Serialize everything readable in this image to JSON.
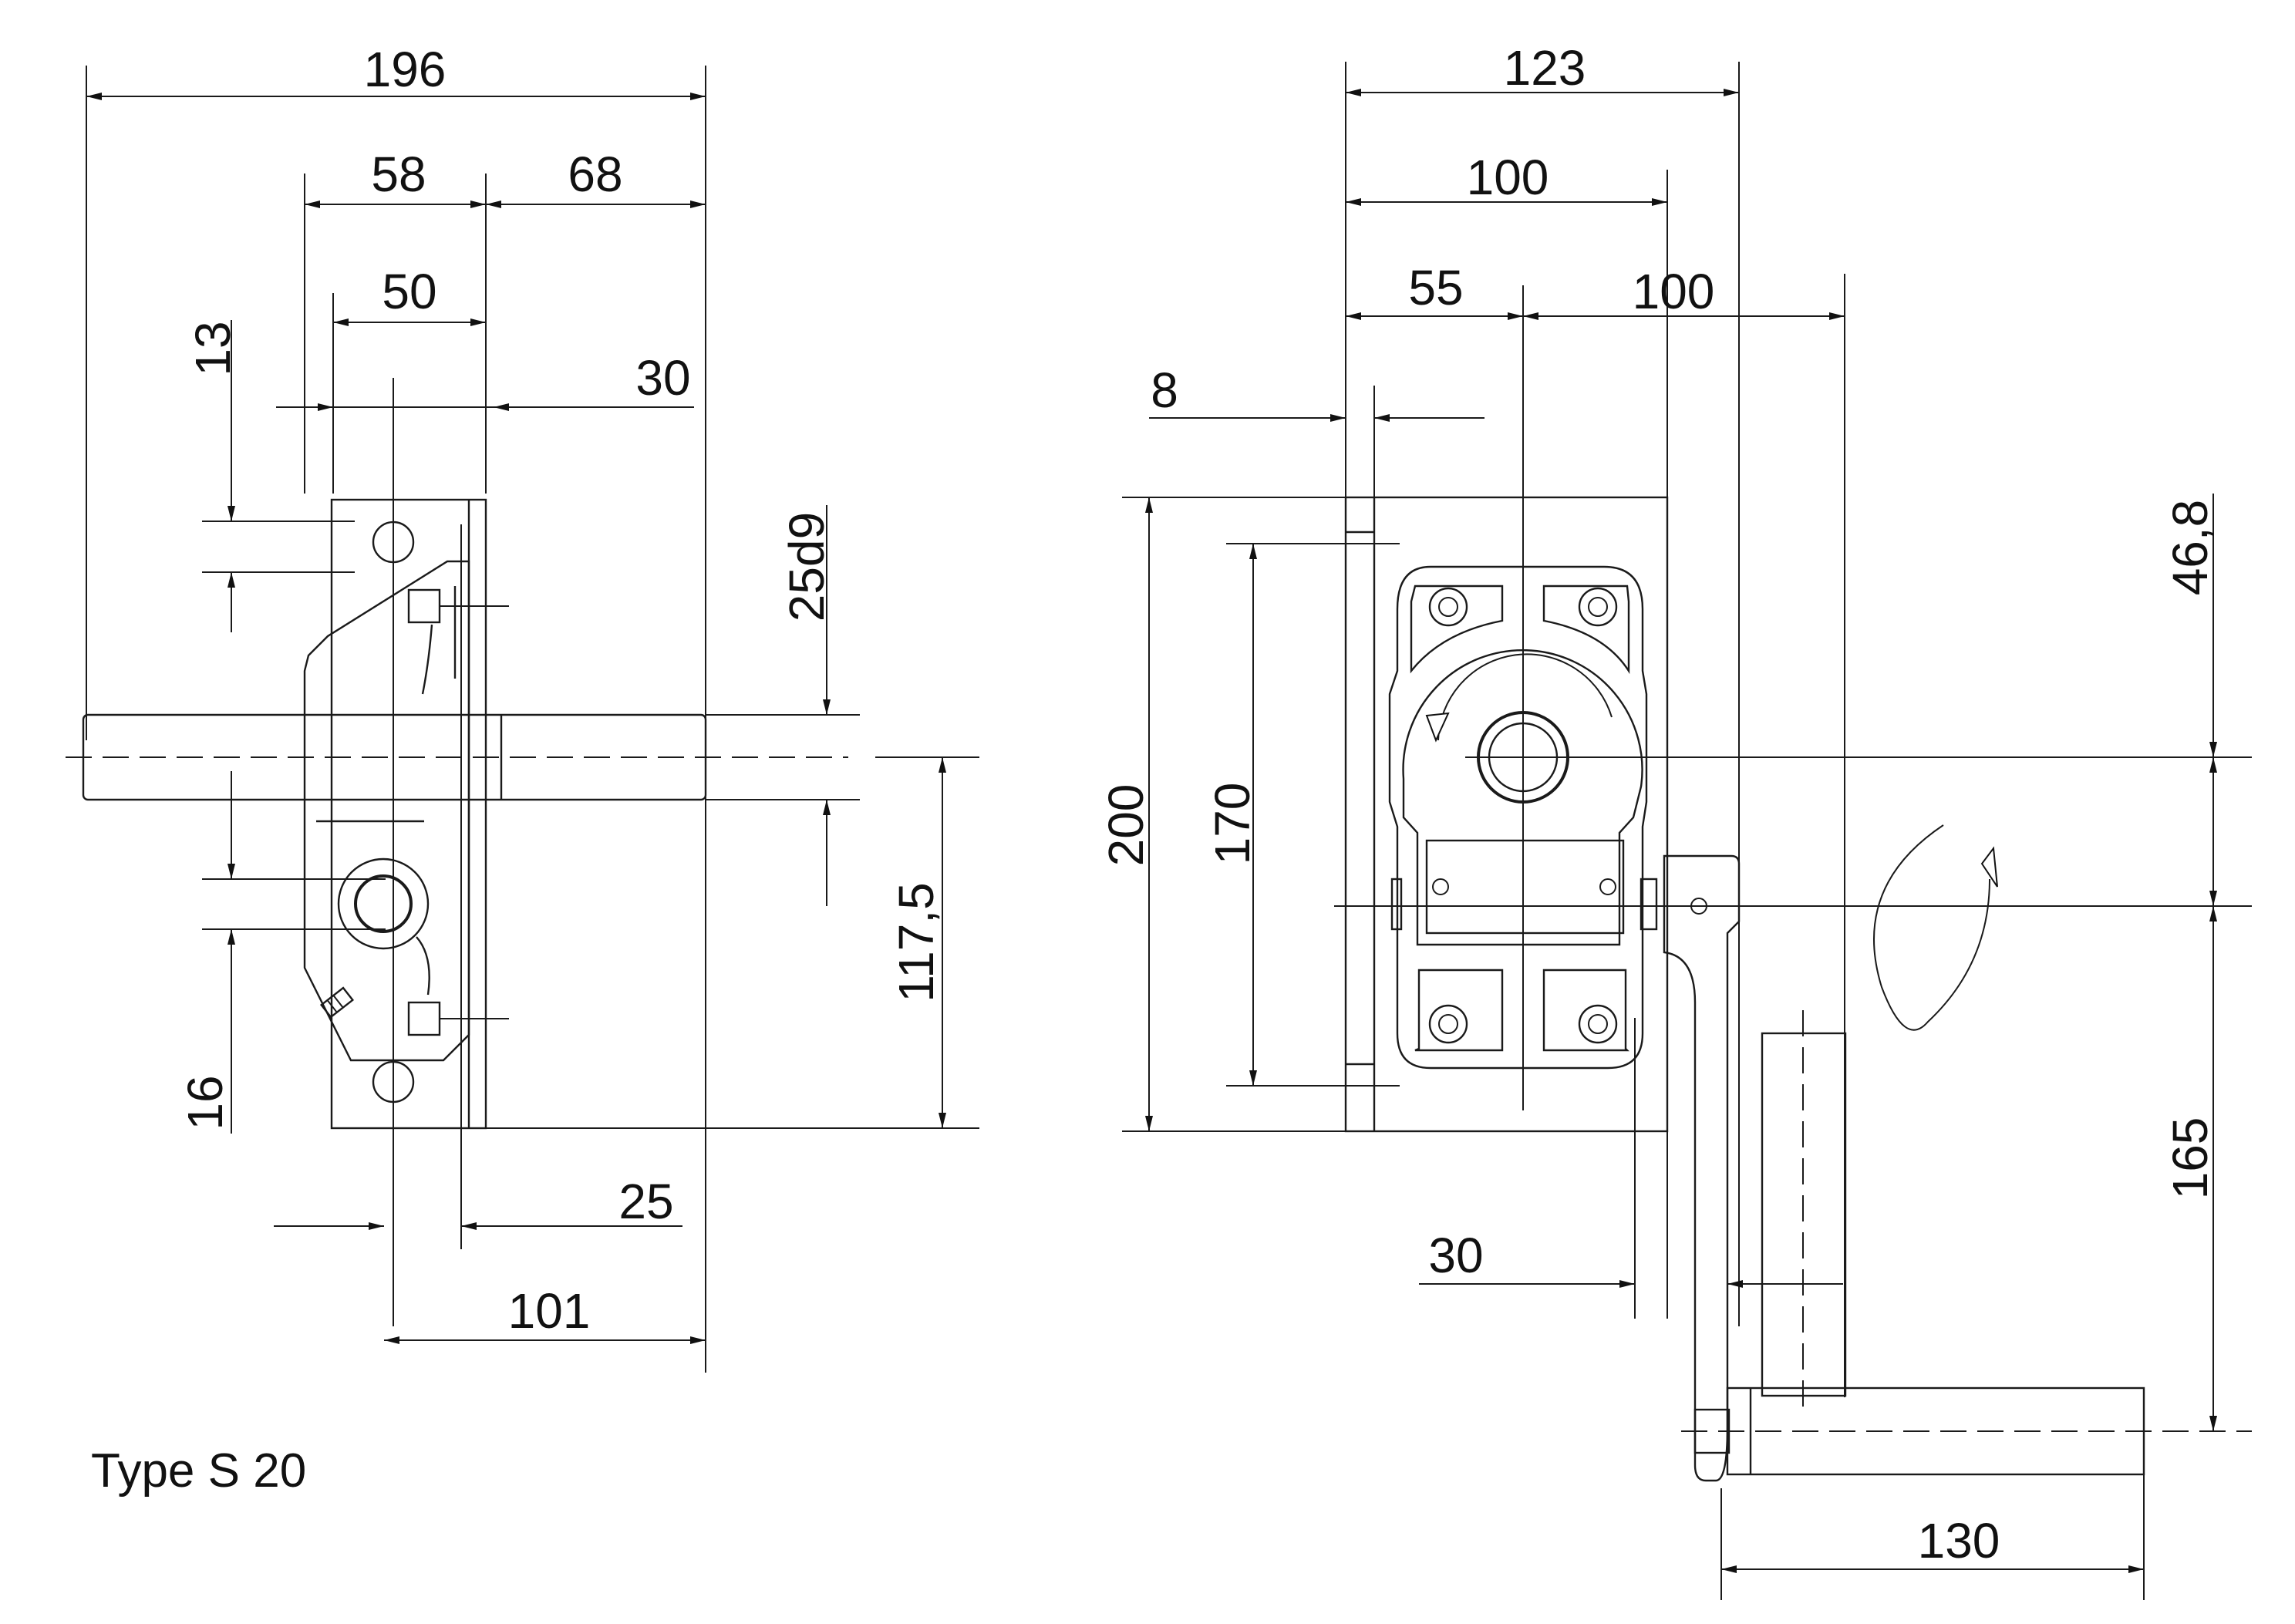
{
  "caption": "Type S 20",
  "side_view": {
    "dims": {
      "overall_width": "196",
      "plate_to_axis": "58",
      "axis_to_shaft_end": "68",
      "hole_spacing": "50",
      "flange_offset": "30",
      "top_hole": "13",
      "bottom_hole": "16",
      "shaft_diameter": "25d9",
      "shaft_height": "117,5",
      "flange_to_axis": "25",
      "axis_to_shaft_tip": "101"
    }
  },
  "front_view": {
    "dims": {
      "overall_width": "123",
      "plate_width": "100",
      "axis_offset": "55",
      "crank_offset": "100",
      "plate_thickness": "8",
      "plate_height": "200",
      "hole_spacing": "170",
      "crank_pivot": "46,8",
      "crank_length": "165",
      "crank_clearance": "30",
      "handle_length": "130"
    }
  }
}
